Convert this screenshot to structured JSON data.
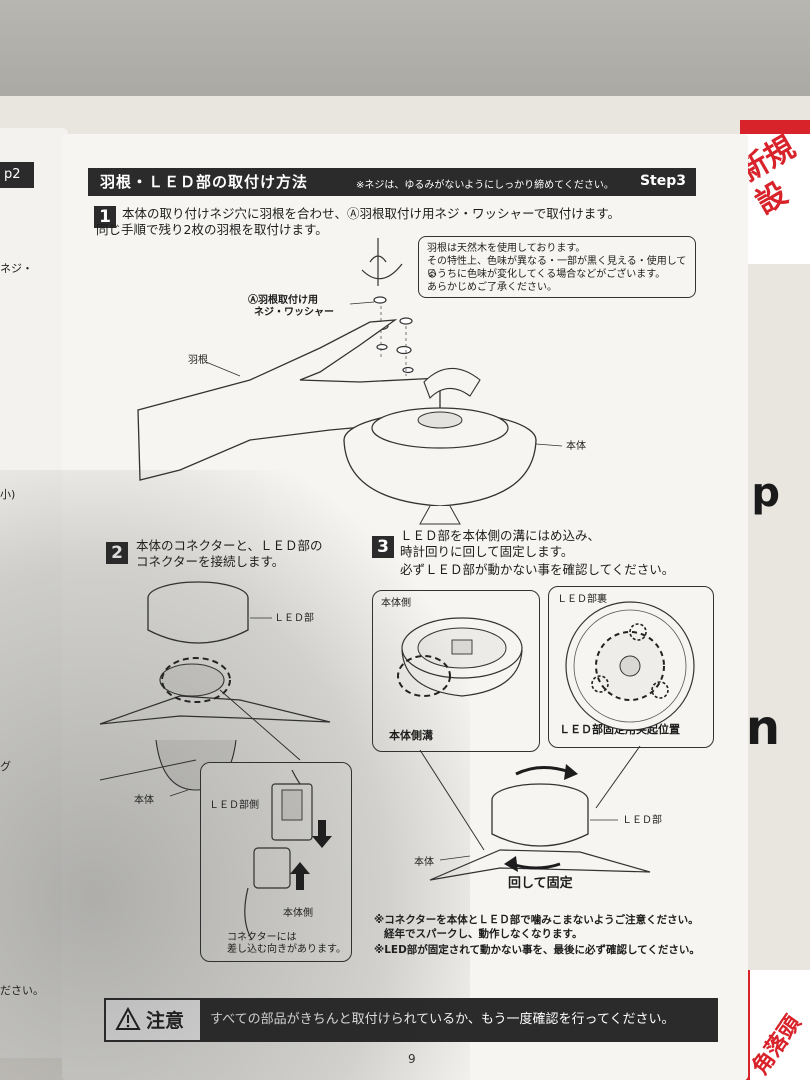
{
  "header": {
    "title": "羽根・ＬＥＤ部の取付け方法",
    "note": "※ネジは、ゆるみがないようにしっかり締めてください。",
    "step": "Step3"
  },
  "step1": {
    "number": "1",
    "line1": "本体の取り付けネジ穴に羽根を合わせ、Ⓐ羽根取付け用ネジ・ワッシャーで取付けます。",
    "line2": "同じ手順で残り2枚の羽根を取付けます。",
    "screw_label_1": "Ⓐ羽根取付け用",
    "screw_label_2": "ネジ・ワッシャー",
    "blade_label": "羽根",
    "body_label": "本体",
    "note_lines": [
      "羽根は天然木を使用しております。",
      "その特性上、色味が異なる・一部が黒く見える・使用してい",
      "るうちに色味が変化してくる場合などがございます。",
      "あらかじめご了承ください。"
    ]
  },
  "step2": {
    "number": "2",
    "line1": "本体のコネクターと、ＬＥＤ部の",
    "line2": "コネクターを接続します。",
    "led_label": "ＬＥＤ部",
    "body_label": "本体",
    "led_side_label": "ＬＥＤ部側",
    "body_side_label": "本体側",
    "connector_note_1": "コネクターには",
    "connector_note_2": "差し込む向きがあります。"
  },
  "step3": {
    "number": "3",
    "line1": "ＬＥＤ部を本体側の溝にはめ込み、",
    "line2": "時計回りに回して固定します。",
    "line3": "必ずＬＥＤ部が動かない事を確認してください。",
    "panel_left_title": "本体側",
    "panel_left_caption": "本体側溝",
    "panel_right_title": "ＬＥＤ部裏",
    "panel_right_caption": "ＬＥＤ部固定用突起位置",
    "led_label": "ＬＥＤ部",
    "body_label": "本体",
    "rotate_label": "回して固定"
  },
  "notes": [
    "※コネクターを本体とＬＥＤ部で噛みこまないようご注意ください。",
    "経年でスパークし、動作しなくなります。",
    "※LED部が固定されて動かない事を、最後に必ず確認してください。"
  ],
  "warning": {
    "title": "注意",
    "text": "すべての部品がきちんと取付けられているか、もう一度確認を行ってください。"
  },
  "page_number": "9",
  "left_page": {
    "tab": "p2",
    "frag1": "ネジ・",
    "frag2": "小)",
    "frag3": "グ",
    "frag4": "ださい。"
  },
  "box": {
    "side_text_top": "新規設",
    "side_text_bottom": "角落頭",
    "letter_p": "p",
    "letter_n": "n"
  },
  "colors": {
    "box_red": "#d8232a",
    "header_dark": "#2b2b2b"
  }
}
